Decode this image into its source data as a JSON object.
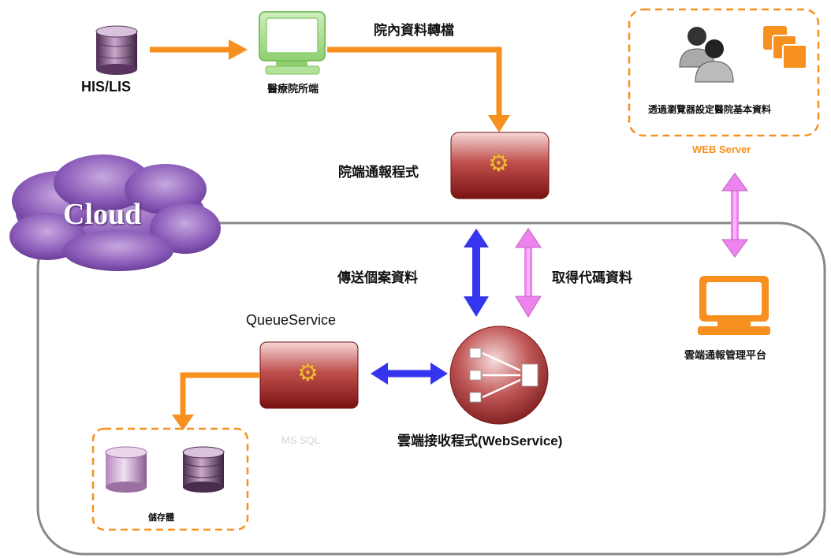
{
  "labels": {
    "his_lis": "HIS/LIS",
    "hospital_terminal": "醫療院所端",
    "internal_transfer": "院內資料轉檔",
    "hospital_program": "院端通報程式",
    "cloud": "Cloud",
    "send_case_data": "傳送個案資料",
    "get_code_data": "取得代碼資料",
    "queue_service": "QueueService",
    "cloud_receiver": "雲端接收程式(WebService)",
    "ms_sql": "MS SQL",
    "storage": "儲存體",
    "browser_setup": "透過瀏覽器設定醫院基本資料",
    "web_server": "WEB Server",
    "management_platform": "雲端通報管理平台"
  },
  "colors": {
    "orange": "#f7901e",
    "blue": "#3535f0",
    "pink": "#ee82ee",
    "maroon": "#8b1a1a",
    "cloud": "#6a3d92"
  }
}
